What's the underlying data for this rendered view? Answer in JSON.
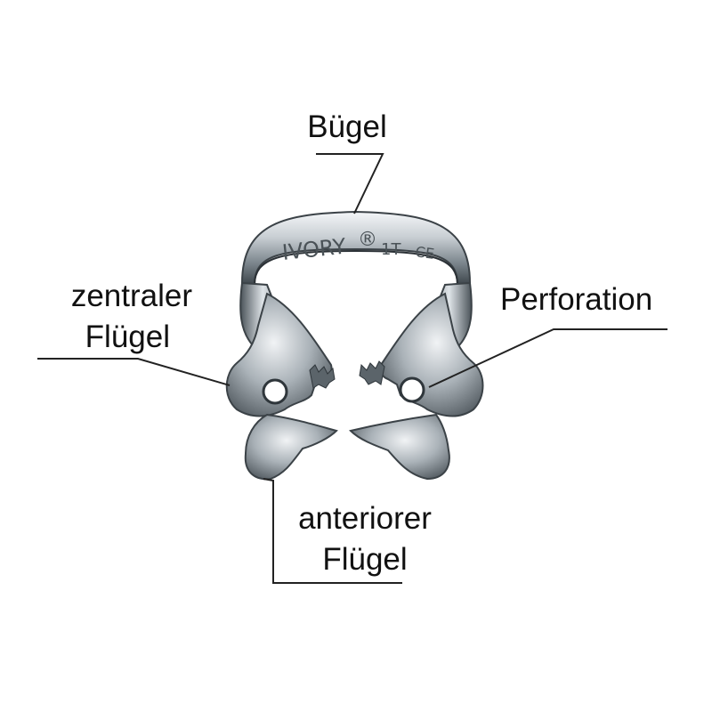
{
  "labels": {
    "buegel": "Bügel",
    "zentraler_line1": "zentraler",
    "zentraler_line2": "Flügel",
    "perforation": "Perforation",
    "anterior_line1": "anteriorer",
    "anterior_line2": "Flügel"
  },
  "clamp": {
    "engraving_brand": "IVORY",
    "engraving_mark": "®",
    "engraving_model": "1T",
    "engraving_ce": "CE"
  },
  "colors": {
    "background": "#ffffff",
    "text": "#111111",
    "leader_line": "#222222",
    "metal_light": "#e8ecef",
    "metal_mid": "#9aa3aa",
    "metal_dark": "#3d454b"
  }
}
